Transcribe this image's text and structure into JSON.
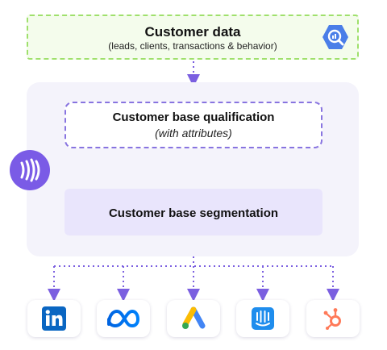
{
  "customer_data": {
    "title": "Customer data",
    "subtitle": "(leads, clients, transactions & behavior)"
  },
  "qualification": {
    "title": "Customer base qualification",
    "subtitle": "(with attributes)"
  },
  "segmentation": {
    "title": "Customer base segmentation"
  },
  "icons": {
    "top_right": "bigquery-icon",
    "brand": "brand-logo-icon",
    "destinations": [
      "linkedin-icon",
      "meta-icon",
      "google-ads-icon",
      "intercom-icon",
      "hubspot-icon"
    ]
  },
  "colors": {
    "top_border": "#9fe06c",
    "qual_border": "#8874e0",
    "segment_fill": "#e9e5fc",
    "arrow": "#7b5fe0",
    "brand": "#7a5be6"
  }
}
